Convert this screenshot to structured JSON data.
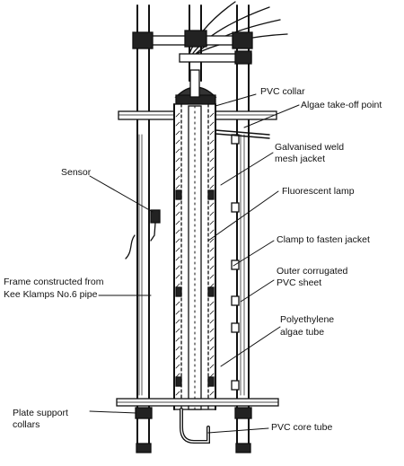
{
  "labels": {
    "pvc_collar": "PVC collar",
    "algae_takeoff": "Algae take-off point",
    "galv_mesh_1": "Galvanised weld",
    "galv_mesh_2": "mesh jacket",
    "sensor": "Sensor",
    "fluorescent_lamp": "Fluorescent lamp",
    "clamp": "Clamp to fasten jacket",
    "outer_pvc_1": "Outer corrugated",
    "outer_pvc_2": "PVC sheet",
    "frame_1": "Frame constructed from",
    "frame_2": "Kee Klamps No.6 pipe",
    "polyethylene_1": "Polyethylene",
    "polyethylene_2": "algae tube",
    "plate_collars_1": "Plate support",
    "plate_collars_2": "collars",
    "pvc_core_tube": "PVC core tube"
  },
  "colors": {
    "ink": "#111111",
    "paper": "#ffffff",
    "shade": "#3a3a3a"
  }
}
